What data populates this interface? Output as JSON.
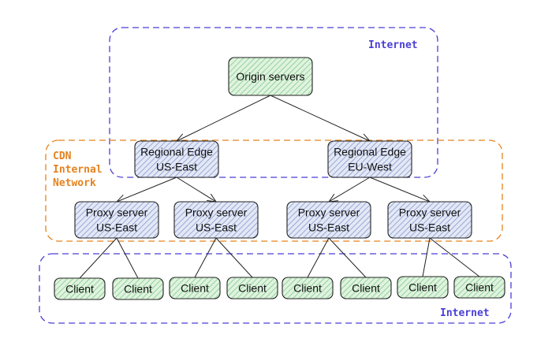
{
  "zones": {
    "internet_top": {
      "label": "Internet",
      "color": "#4b3fd6"
    },
    "cdn": {
      "label_lines": [
        "CDN",
        "Internal",
        "Network"
      ],
      "color": "#e6821e"
    },
    "internet_bottom": {
      "label": "Internet",
      "color": "#4b3fd6"
    }
  },
  "nodes": {
    "origin": {
      "lines": [
        "Origin servers"
      ],
      "kind": "green"
    },
    "edge_us": {
      "lines": [
        "Regional Edge",
        "US-East"
      ],
      "kind": "blue"
    },
    "edge_eu": {
      "lines": [
        "Regional Edge",
        "EU-West"
      ],
      "kind": "blue"
    },
    "proxy_1": {
      "lines": [
        "Proxy server",
        "US-East"
      ],
      "kind": "blue"
    },
    "proxy_2": {
      "lines": [
        "Proxy server",
        "US-East"
      ],
      "kind": "blue"
    },
    "proxy_3": {
      "lines": [
        "Proxy server",
        "US-East"
      ],
      "kind": "blue"
    },
    "proxy_4": {
      "lines": [
        "Proxy server",
        "US-East"
      ],
      "kind": "blue"
    },
    "client_1": {
      "lines": [
        "Client"
      ],
      "kind": "green"
    },
    "client_2": {
      "lines": [
        "Client"
      ],
      "kind": "green"
    },
    "client_3": {
      "lines": [
        "Client"
      ],
      "kind": "green"
    },
    "client_4": {
      "lines": [
        "Client"
      ],
      "kind": "green"
    },
    "client_5": {
      "lines": [
        "Client"
      ],
      "kind": "green"
    },
    "client_6": {
      "lines": [
        "Client"
      ],
      "kind": "green"
    },
    "client_7": {
      "lines": [
        "Client"
      ],
      "kind": "green"
    },
    "client_8": {
      "lines": [
        "Client"
      ],
      "kind": "green"
    }
  },
  "edges": [
    [
      "origin",
      "edge_us",
      true
    ],
    [
      "origin",
      "edge_eu",
      true
    ],
    [
      "edge_us",
      "proxy_1",
      true
    ],
    [
      "edge_us",
      "proxy_2",
      true
    ],
    [
      "edge_eu",
      "proxy_3",
      true
    ],
    [
      "edge_eu",
      "proxy_4",
      true
    ],
    [
      "proxy_1",
      "client_1",
      false
    ],
    [
      "proxy_1",
      "client_2",
      false
    ],
    [
      "proxy_2",
      "client_3",
      false
    ],
    [
      "proxy_2",
      "client_4",
      false
    ],
    [
      "proxy_3",
      "client_5",
      false
    ],
    [
      "proxy_3",
      "client_6",
      false
    ],
    [
      "proxy_4",
      "client_7",
      false
    ],
    [
      "proxy_4",
      "client_8",
      false
    ]
  ],
  "styles": {
    "green_fill": "#dff3df",
    "green_hatch": "#82c98a",
    "blue_fill": "#e3e8f6",
    "blue_hatch": "#8898cc",
    "stroke": "#222222"
  }
}
